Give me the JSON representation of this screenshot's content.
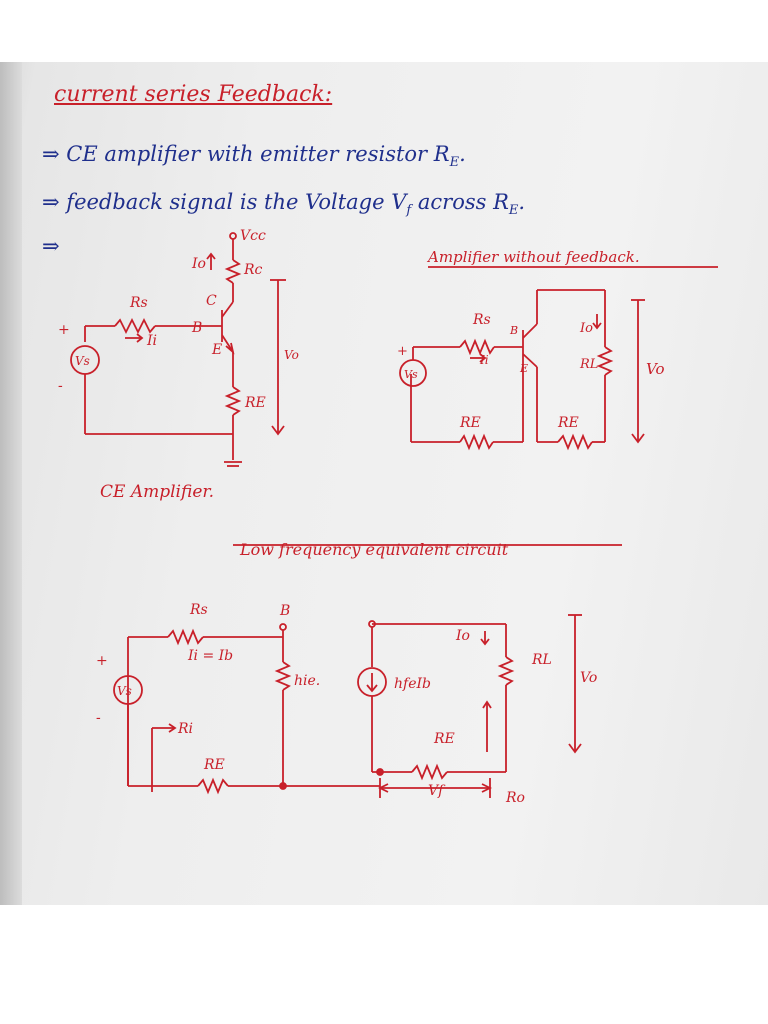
{
  "heading": "current series Feedback:",
  "bullets": [
    "CE amplifier with emitter resistor R",
    "feedback signal is the Voltage V",
    "across R"
  ],
  "subscripts": {
    "E": "E",
    "f": "f"
  },
  "ce_amp": {
    "vcc": "Vcc",
    "io": "Io",
    "rc": "Rc",
    "rs": "Rs",
    "ii": "Ii",
    "b": "B",
    "c": "C",
    "e": "E",
    "vs": "Vs",
    "vo": "Vo",
    "re": "RE",
    "caption": "CE Amplifier.",
    "plus": "+",
    "minus": "-"
  },
  "amp_no_fb": {
    "title": "Amplifier without feedback.",
    "rs": "Rs",
    "ii": "Ii",
    "b": "B",
    "e": "E",
    "vs": "Vs",
    "io": "Io",
    "rl": "RL",
    "vo": "Vo",
    "re1": "RE",
    "re2": "RE",
    "plus": "+"
  },
  "low_freq": {
    "title": "Low frequency equivalent circuit",
    "rs": "Rs",
    "b": "B",
    "ii_eq": "Ii = Ib",
    "hie": "hie.",
    "vs": "Vs",
    "ri": "Ri",
    "re_left": "RE",
    "hfe": "hfeIb",
    "io": "Io",
    "rl": "RL",
    "vo": "Vo",
    "re_right": "RE",
    "vf": "Vf",
    "ro": "Ro",
    "plus": "+",
    "minus": "-"
  }
}
